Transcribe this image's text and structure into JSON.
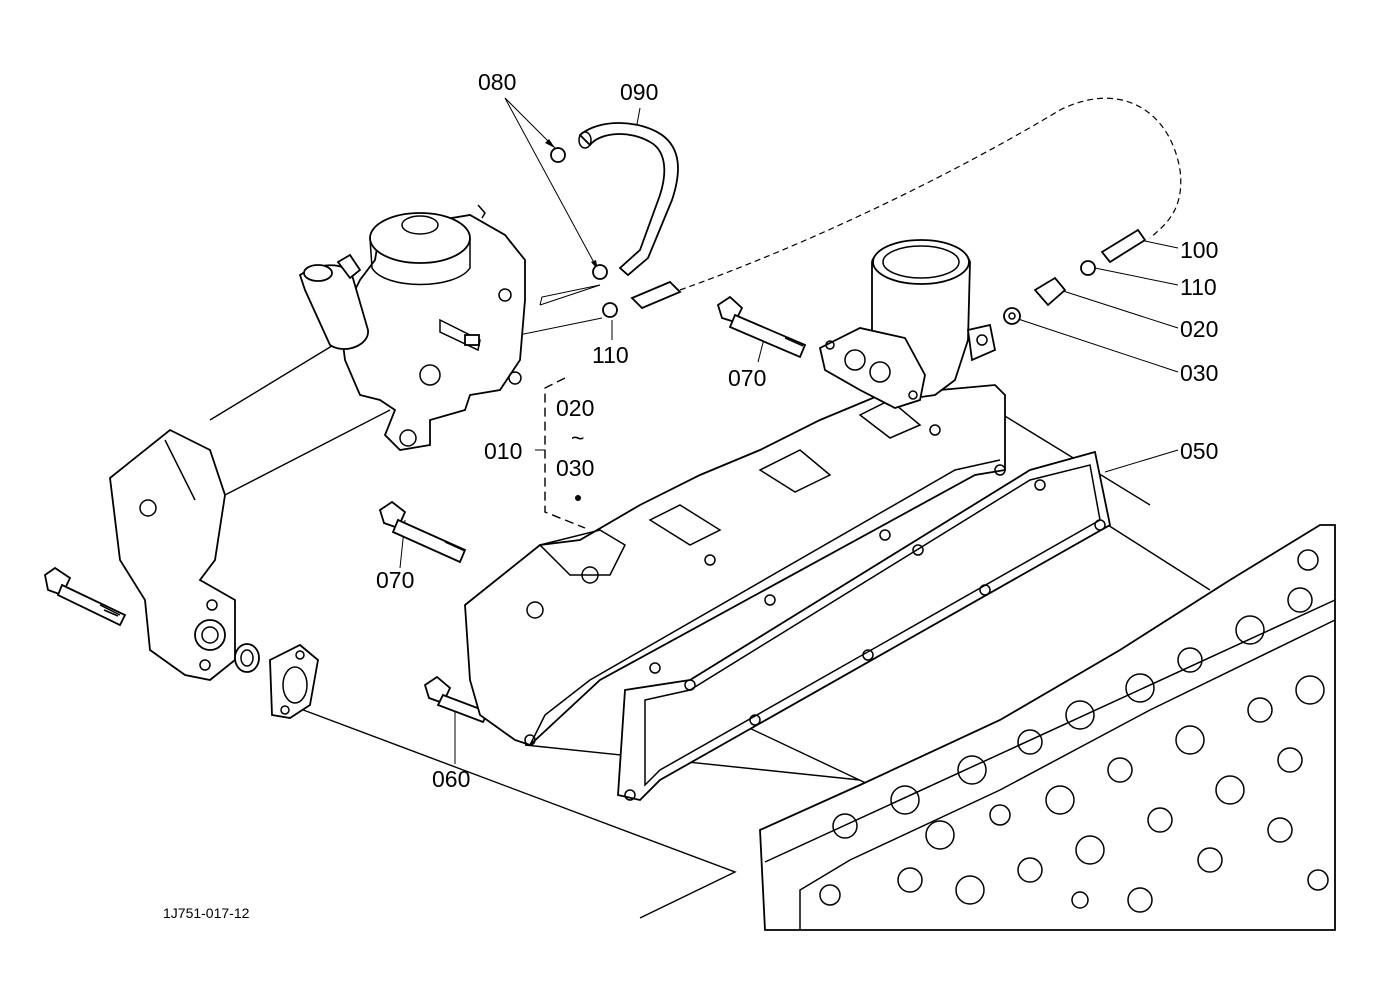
{
  "callouts": {
    "c080": "080",
    "c090": "090",
    "c100": "100",
    "c110_right": "110",
    "c020_right": "020",
    "c030_right": "030",
    "c110_mid": "110",
    "c070_top": "070",
    "c020_range": "020",
    "c_tilde": "~",
    "c030_range": "030",
    "c010": "010",
    "c050": "050",
    "c070_left": "070",
    "c060": "060"
  },
  "drawing_code": "1J751-017-12",
  "colors": {
    "line": "#000000",
    "background": "#ffffff"
  }
}
